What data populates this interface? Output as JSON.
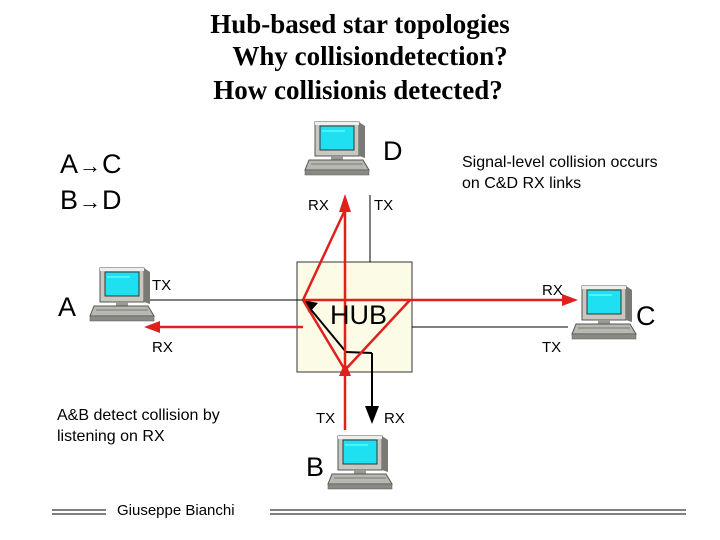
{
  "title": {
    "line1": "Hub-based star topologies",
    "line2": "Why collisiondetection?",
    "line3": "How collisionis detected?"
  },
  "flows": [
    {
      "from": "A",
      "arrow": "→",
      "to": "C"
    },
    {
      "from": "B",
      "arrow": "→",
      "to": "D"
    }
  ],
  "nodes": {
    "a": "A",
    "b": "B",
    "c": "C",
    "d": "D",
    "hub": "HUB"
  },
  "ports": {
    "d_rx": "RX",
    "d_tx": "TX",
    "a_tx": "TX",
    "a_rx": "RX",
    "c_rx": "RX",
    "c_tx": "TX",
    "b_tx": "TX",
    "b_rx": "RX"
  },
  "notes": {
    "signal_line1": "Signal-level collision occurs",
    "signal_line2": "on C&D RX links",
    "ab_line1": "A&B detect collision by",
    "ab_line2": "listening on RX"
  },
  "footer": {
    "author": "Giuseppe Bianchi"
  },
  "colors": {
    "signal": "#e0201c",
    "link": "#000000",
    "hub_fill": "#fcfbe6",
    "screen": "#1fe0f0",
    "case": "#c8c8c0"
  }
}
